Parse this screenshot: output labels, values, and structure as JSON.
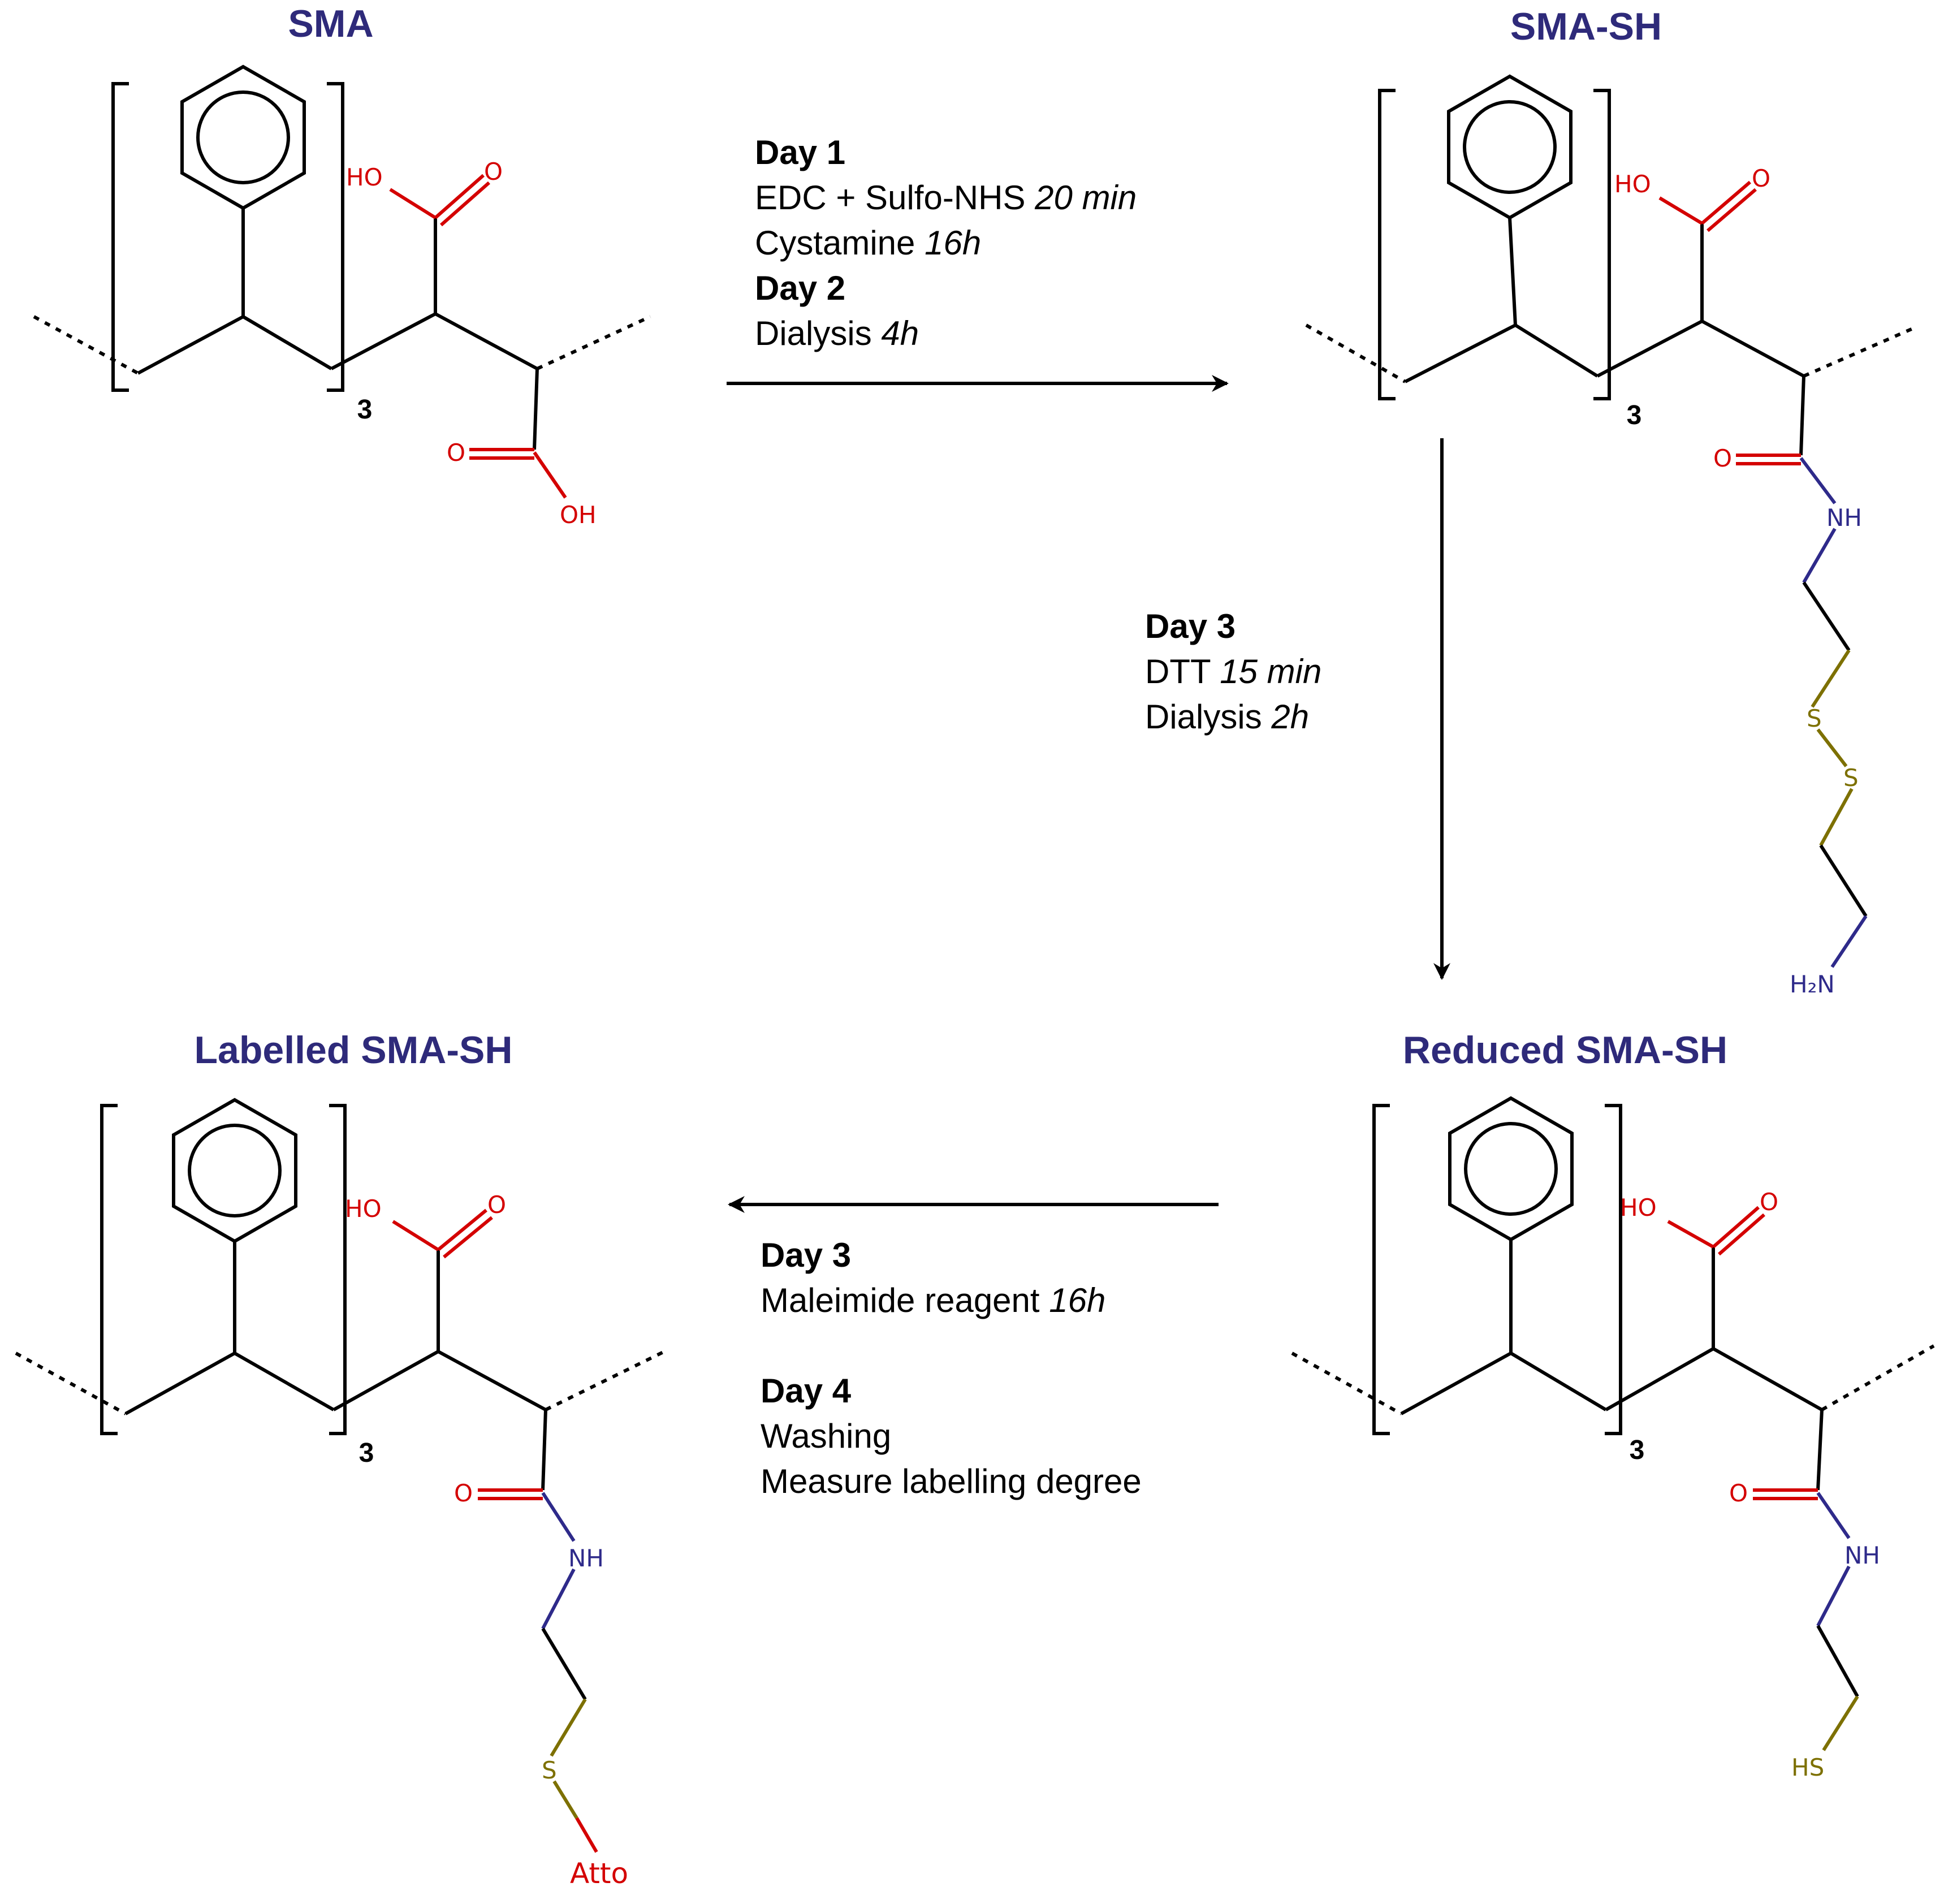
{
  "colors": {
    "title": "#2e2a7a",
    "bond": "#000000",
    "oxygen": "#d40000",
    "nitrogen": "#2e2a8a",
    "sulfur": "#7d7000"
  },
  "structures": [
    {
      "id": "sma",
      "title": "SMA",
      "repeat": "3",
      "oxygen_labels": {
        "acid1_oh": "HO",
        "acid1_o": "O",
        "acid2_o": "O",
        "acid2_oh": "OH"
      }
    },
    {
      "id": "sma-sh",
      "title": "SMA-SH",
      "repeat": "3",
      "oxygen_labels": {
        "acid_oh": "HO",
        "acid_o": "O",
        "amide_o": "O"
      },
      "chain": {
        "nh": "NH",
        "s1": "S",
        "s2": "S",
        "terminal": "H₂N"
      }
    },
    {
      "id": "reduced",
      "title": "Reduced SMA-SH",
      "repeat": "3",
      "oxygen_labels": {
        "acid_oh": "HO",
        "acid_o": "O",
        "amide_o": "O"
      },
      "chain": {
        "nh": "NH",
        "terminal": "HS"
      }
    },
    {
      "id": "labelled",
      "title": "Labelled SMA-SH",
      "repeat": "3",
      "oxygen_labels": {
        "acid_oh": "HO",
        "acid_o": "O",
        "amide_o": "O"
      },
      "chain": {
        "nh": "NH",
        "s": "S",
        "terminal": "Atto"
      }
    }
  ],
  "steps": {
    "step1": [
      {
        "label": "Day 1"
      },
      {
        "text": "EDC + Sulfo-NHS ",
        "time": "20 min"
      },
      {
        "text": "Cystamine ",
        "time": "16h"
      },
      {
        "label": "Day 2"
      },
      {
        "text": "Dialysis ",
        "time": "4h"
      }
    ],
    "step2": [
      {
        "label": "Day 3"
      },
      {
        "text": "DTT ",
        "time": "15 min"
      },
      {
        "text": "Dialysis ",
        "time": "2h"
      }
    ],
    "step3": [
      {
        "label": "Day 3"
      },
      {
        "text": "Maleimide reagent ",
        "time": "16h"
      },
      {
        "label": "Day 4"
      },
      {
        "text": "Washing"
      },
      {
        "text": "Measure labelling degree"
      }
    ]
  }
}
